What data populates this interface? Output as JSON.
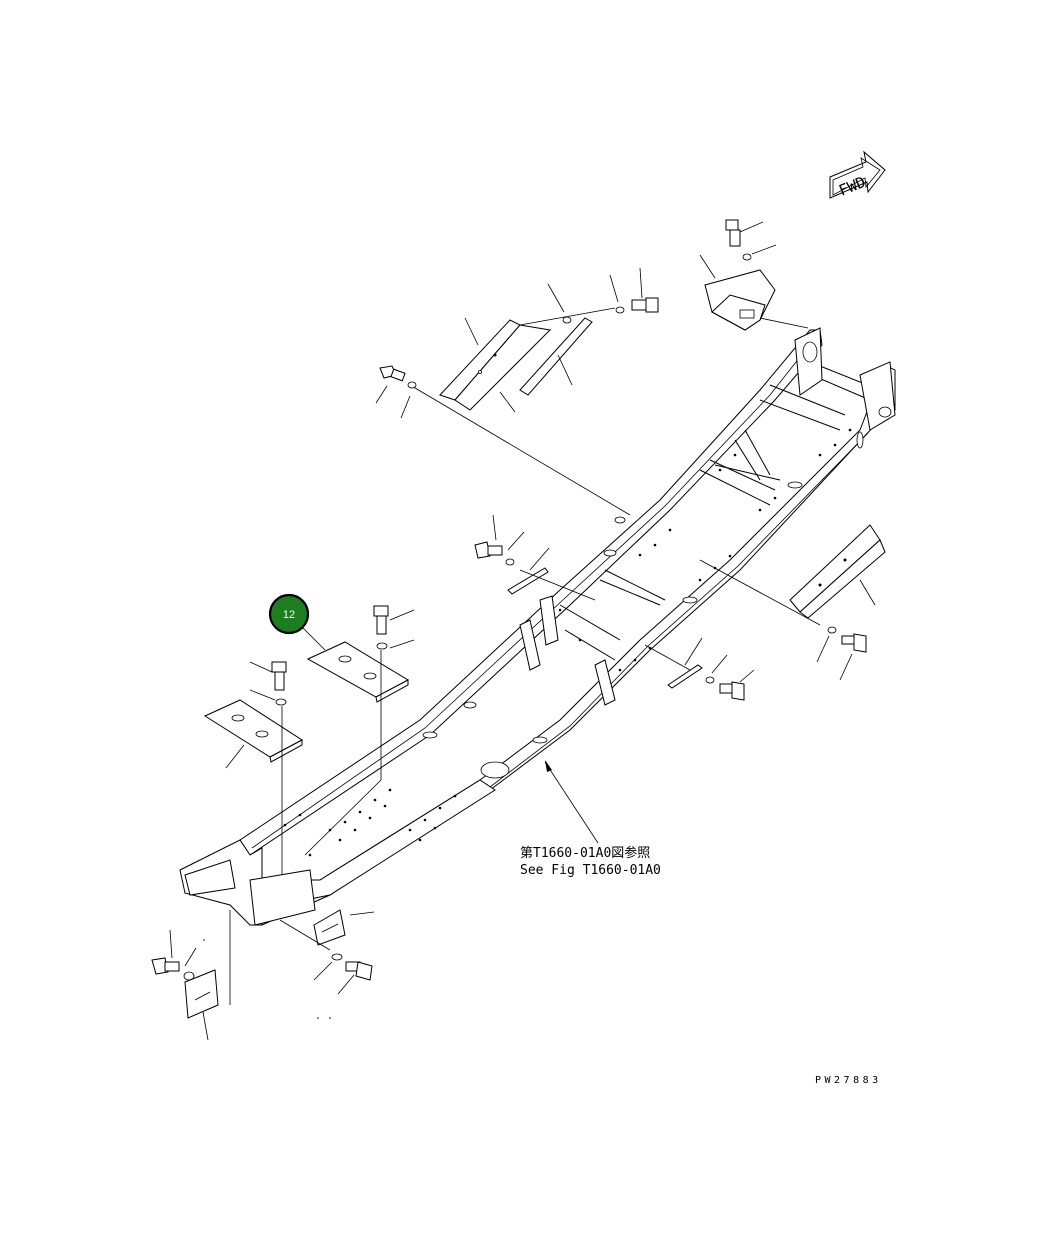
{
  "diagram": {
    "fwd_label": "FWD",
    "callout": {
      "number": "12",
      "color": "#1e7d1e"
    },
    "reference_jp": "第T1660-01A0図参照",
    "reference_en": "See Fig T1660-01A0",
    "drawing_code": "PW27883"
  }
}
